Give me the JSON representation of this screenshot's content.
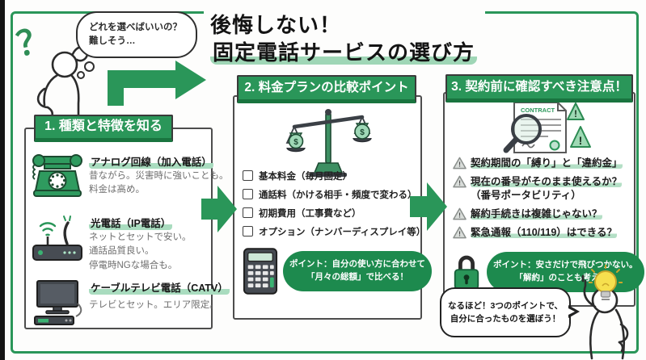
{
  "title": {
    "line1": "後悔しない！",
    "line2": "固定電話サービスの選び方"
  },
  "thought_bubble": {
    "line1": "どれを選べばいいの？",
    "line2": "難しそう…"
  },
  "misc": {
    "question_mark": "？",
    "exclamation": "!",
    "money_symbol": "$"
  },
  "colors": {
    "green": "#2a9659",
    "green_dark": "#1d8a4e",
    "green_highlight": "#a9dcbf",
    "text_gray": "#6e6e6e",
    "bulb_yellow": "#f6e04e"
  },
  "step1": {
    "header": "1. 種類と特徴を知る",
    "items": [
      {
        "icon": "rotary-phone-icon",
        "label": "アナログ回線（加入電話）",
        "desc1": "昔ながら。災害時に強いことも。",
        "desc2": "料金は高め。"
      },
      {
        "icon": "router-icon",
        "label": "光電話（IP電話）",
        "desc1": "ネットとセットで安い。",
        "desc2": "通話品質良い。",
        "desc3": "停電時NGな場合も。"
      },
      {
        "icon": "catv-tv-icon",
        "label": "ケーブルテレビ電話（CATV）",
        "desc1": "テレビとセット。エリア限定。"
      }
    ]
  },
  "step2": {
    "header": "2. 料金プランの比較ポイント",
    "icon": "balance-scale-icon",
    "checklist": [
      "基本料金（毎月固定）",
      "通話料（かける相手・頻度で変わる）",
      "初期費用（工事費など）",
      "オプション（ナンバーディスプレイ等）"
    ],
    "point_icon": "calculator-icon",
    "point1": "ポイント：自分の使い方に合わせて",
    "point2": "「月々の総額」で比べる！"
  },
  "step3": {
    "header": "3. 契約前に確認すべき注意点！",
    "icon": "contract-magnifier-icon",
    "contract_label": "CONTRACT",
    "warnings": [
      {
        "line1": "契約期間の「縛り」と「違約金」"
      },
      {
        "line1": "現在の番号がそのまま使えるか？",
        "line2": "（番号ポータビリティ）"
      },
      {
        "line1": "解約手続きは複雑じゃない？"
      },
      {
        "line1": "緊急通報（110/119）はできる？"
      }
    ],
    "point_icon": "padlock-icon",
    "point1": "ポイント：安さだけで飛びつかない。",
    "point2": "「解約」のことも考えて！"
  },
  "outro_bubble": {
    "line1": "なるほど！3つのポイントで、",
    "line2": "自分に合ったものを選ぼう！"
  }
}
